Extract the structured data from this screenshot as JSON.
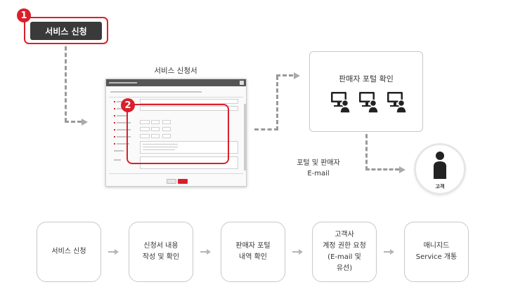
{
  "step1": {
    "badge": "1",
    "button_label": "서비스 신청",
    "button_color": "#3a3a3a"
  },
  "form": {
    "title": "서비스 신청서",
    "badge": "2"
  },
  "portal": {
    "title": "판매자 포털 확인"
  },
  "notification": {
    "line1": "포털 및 판매자",
    "line2": "E-mail"
  },
  "customer": {
    "label": "고객",
    "icon": "person-icon"
  },
  "process_steps": [
    {
      "label": "서비스 신청"
    },
    {
      "label": "신청서 내용\n작성 및 확인"
    },
    {
      "label": "판매자 포털\n내역 확인"
    },
    {
      "label": "고객사\n계정 권한 요청\n(E-mail 및\n유선)"
    },
    {
      "label": "매니지드\nService 개통"
    }
  ],
  "colors": {
    "accent": "#d9202a",
    "connector": "#999999",
    "border": "#c8c8c8"
  }
}
